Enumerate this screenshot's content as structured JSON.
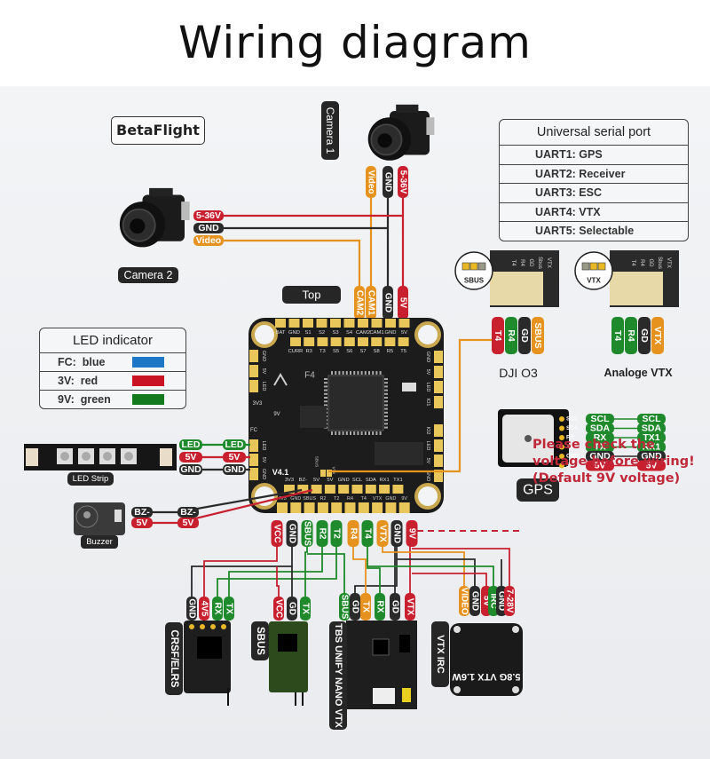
{
  "title": "Wiring diagram",
  "firmware_label": "BetaFlight",
  "colors": {
    "red": "#c8202f",
    "green": "#1f8a2c",
    "black": "#2a2a2a",
    "orange": "#e6921e",
    "pad_gold": "#e9c65a",
    "board": "#1c1c1c",
    "warning": "#c0283a",
    "led_blue": "#1e78c8",
    "led_red": "#c81423",
    "led_green": "#137a1e"
  },
  "uart_table": {
    "header": "Universal serial port",
    "rows": [
      "UART1: GPS",
      "UART2: Receiver",
      "UART3: ESC",
      "UART4: VTX",
      "UART5: Selectable"
    ]
  },
  "led_table": {
    "header": "LED indicator",
    "rows": [
      {
        "label": "FC:  blue",
        "color": "#1e78c8"
      },
      {
        "label": "3V:  red",
        "color": "#c81423"
      },
      {
        "label": "9V:  green",
        "color": "#137a1e"
      }
    ]
  },
  "cameras": {
    "camera1": {
      "label": "Camera 1",
      "wires": [
        "Video",
        "GND",
        "5-36V"
      ]
    },
    "camera2": {
      "label": "Camera 2",
      "wires": [
        "5-36V",
        "GND",
        "Video"
      ]
    }
  },
  "fc": {
    "view_label": "Top",
    "mcu_label": "F4",
    "version": "V4.1",
    "top_wire_tags": [
      "CAM2",
      "CAM1",
      "GND",
      "5V"
    ],
    "top_row1": [
      "BAT",
      "GND",
      "S1",
      "S2",
      "S3",
      "S4",
      "CAM2",
      "CAM1",
      "GND",
      "5V"
    ],
    "top_row2": [
      "CURR",
      "R3",
      "T3",
      "S5",
      "S6",
      "S7",
      "S8",
      "R5",
      "T5"
    ],
    "left_upper": [
      "GND",
      "5V",
      "LED"
    ],
    "left_lower": [
      "LED",
      "5V",
      "GND"
    ],
    "left_misc": [
      "3V3",
      "9V",
      "FC"
    ],
    "right_upper": [
      "GND",
      "5V",
      "LED",
      "IO1"
    ],
    "right_lower": [
      "IO2",
      "LED",
      "5V",
      "GND"
    ],
    "bottom_row1": [
      "3V3",
      "BZ-",
      "5V",
      "5V",
      "GND",
      "SCL",
      "SDA",
      "RX1",
      "TX1"
    ],
    "bottom_row2": [
      "4V5",
      "GND",
      "SBUS",
      "R2",
      "T2",
      "R4",
      "T4",
      "VTX",
      "GND",
      "9V"
    ],
    "bottom_wire_tags": [
      "VCC",
      "GND",
      "SBUS",
      "R2",
      "T2",
      "R4",
      "T4",
      "VTX",
      "GND",
      "9V"
    ],
    "sbus_pad_label": "SBUS",
    "vtx_pad_label": "VTX"
  },
  "dji_o3": {
    "label": "DJI O3",
    "jumper_label": "SBUS",
    "header_pins": [
      "T4",
      "R4",
      "GD",
      "Sbus",
      "VTX"
    ],
    "wires": [
      "T4",
      "R4",
      "GD",
      "SBUS"
    ]
  },
  "analog_vtx": {
    "label": "Analoge VTX",
    "jumper_label": "VTX",
    "header_pins": [
      "T4",
      "R4",
      "GD",
      "Sbus",
      "VTX"
    ],
    "wires": [
      "T4",
      "R4",
      "GD",
      "VTX"
    ]
  },
  "gps": {
    "label": "GPS",
    "module_pins": [
      "SCL",
      "SDA",
      "RX",
      "TX",
      "GND",
      "5V"
    ],
    "fc_pins": [
      "SCL",
      "SDA",
      "TX1",
      "RX1",
      "GND",
      "5V"
    ]
  },
  "led_strip": {
    "label": "LED Strip",
    "wires": [
      "LED",
      "5V",
      "GND"
    ]
  },
  "buzzer": {
    "label": "Buzzer",
    "wires": [
      "BZ-",
      "5V"
    ]
  },
  "warning": {
    "line1": "Please check the",
    "line2": "voltage before wiring!",
    "line3": "(Default 9V voltage)"
  },
  "crsf_elrs": {
    "label": "CRSF/ELRS",
    "wires": [
      "GND",
      "4V5",
      "RX",
      "TX"
    ]
  },
  "sbus_rx": {
    "label": "SBUS",
    "wires": [
      "VCC",
      "GD",
      "TX"
    ]
  },
  "tbs_unify": {
    "label": "TBS UNIFY NANO VTX",
    "wires": [
      "SBUS",
      "GD",
      "TX",
      "RX",
      "GD",
      "VTX"
    ]
  },
  "vtx_irc": {
    "label": "VTX IRC",
    "board_text": "5.8G VTX 1.6W",
    "wires": [
      "VIDEO",
      "GND",
      "5V",
      "IRC",
      "GND",
      "7-28V"
    ]
  }
}
